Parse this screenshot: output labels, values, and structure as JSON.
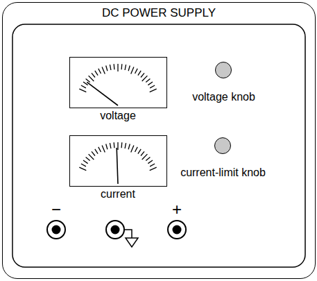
{
  "diagram": {
    "title": "DC POWER SUPPLY",
    "nodes": [
      {
        "text": [
          "DC POWER SUPPLY"
        ]
      },
      {
        "text": [
          "voltage"
        ],
        "in": 0
      },
      {
        "text": [
          "voltage knob"
        ],
        "in": 0
      },
      {
        "text": [
          "current"
        ],
        "in": 0
      },
      {
        "text": [
          "current-limit knob"
        ],
        "in": 0
      }
    ],
    "labels": [
      "−",
      "+"
    ]
  }
}
